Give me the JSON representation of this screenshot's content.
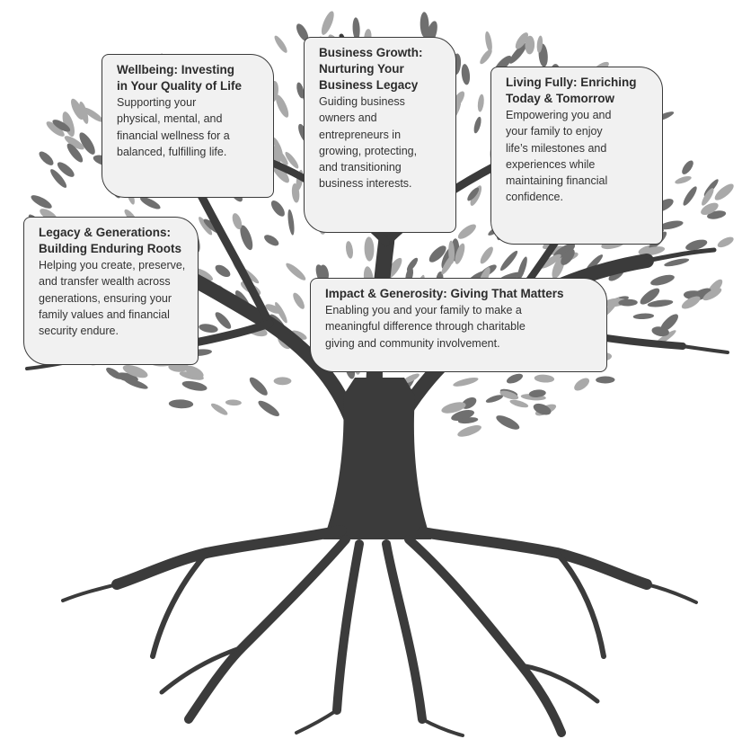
{
  "colors": {
    "trunk": "#3b3b3b",
    "leaf_light": "#a9a9a9",
    "leaf_dark": "#6f6f6f",
    "card_fill": "#f1f1f1",
    "card_border": "#3a3a3a"
  },
  "cards": {
    "wellbeing": {
      "title": [
        "Wellbeing: Investing",
        "in Your Quality of Life"
      ],
      "body": [
        "Supporting your",
        "physical, mental, and",
        "financial wellness for a",
        "balanced, fulfilling life."
      ]
    },
    "business": {
      "title": [
        "Business Growth:",
        "Nurturing Your",
        "Business Legacy"
      ],
      "body": [
        "Guiding business",
        "owners and",
        "entrepreneurs in",
        "growing, protecting,",
        "and transitioning",
        "business interests."
      ]
    },
    "living": {
      "title": [
        "Living Fully: Enriching",
        "Today & Tomorrow"
      ],
      "body": [
        "Empowering you and",
        "your family to enjoy",
        "life’s milestones and",
        "experiences while",
        "maintaining financial",
        "confidence."
      ]
    },
    "legacy": {
      "title": [
        "Legacy & Generations:",
        "Building Enduring Roots"
      ],
      "body": [
        "Helping you create, preserve,",
        "and transfer wealth across",
        "generations, ensuring your",
        "family values and financial",
        "security endure."
      ]
    },
    "impact": {
      "title": [
        "Impact & Generosity: Giving That Matters"
      ],
      "body": [
        "Enabling you and your family to make a",
        "meaningful difference through charitable",
        "giving and community involvement."
      ]
    }
  }
}
